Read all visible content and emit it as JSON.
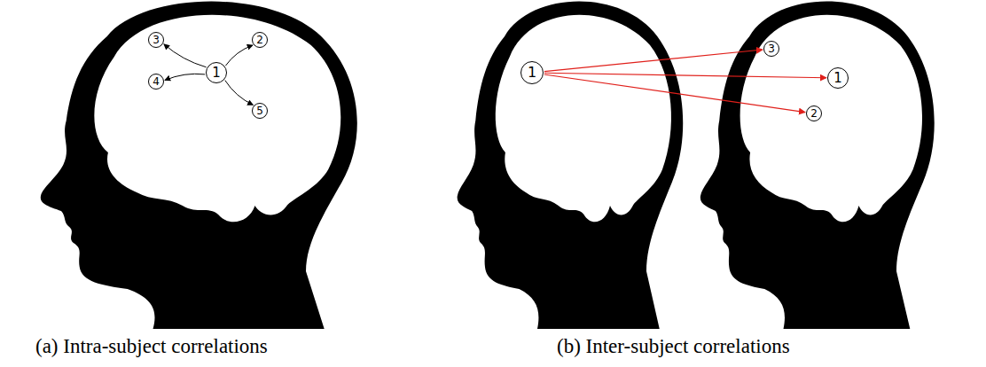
{
  "diagram": {
    "nodes": [
      {
        "text": [
          "1"
        ]
      },
      {
        "text": [
          "2"
        ]
      },
      {
        "text": [
          "3"
        ]
      },
      {
        "text": [
          "4"
        ]
      },
      {
        "text": [
          "5"
        ]
      },
      {
        "text": [
          "1"
        ]
      },
      {
        "text": [
          "3"
        ]
      },
      {
        "text": [
          "1"
        ]
      },
      {
        "text": [
          "2"
        ]
      }
    ],
    "edges": [
      {
        "from": 0,
        "to": 1,
        "arrow": "to"
      },
      {
        "from": 0,
        "to": 2,
        "arrow": "to"
      },
      {
        "from": 0,
        "to": 3,
        "arrow": "to"
      },
      {
        "from": 0,
        "to": 4,
        "arrow": "to"
      },
      {
        "from": 5,
        "to": 6,
        "arrow": "to"
      },
      {
        "from": 5,
        "to": 7,
        "arrow": "to"
      },
      {
        "from": 5,
        "to": 8,
        "arrow": "to"
      }
    ],
    "labels": [
      "(a) Intra-subject correlations",
      "(b) Inter-subject correlations"
    ]
  }
}
